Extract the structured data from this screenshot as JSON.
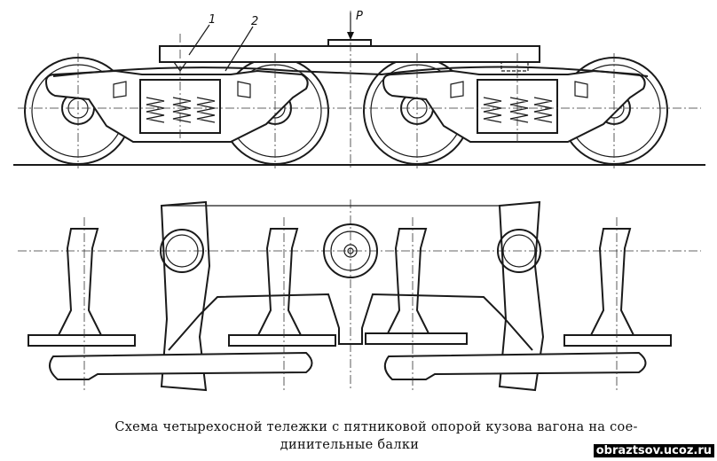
{
  "labels": {
    "part1": "1",
    "part2": "2",
    "load": "P"
  },
  "caption": {
    "line1": "Схема четырехосной тележки с пятниковой опорой кузова вагона на сое-",
    "line2": "динительные балки"
  },
  "watermark": "obraztsov.ucoz.ru"
}
